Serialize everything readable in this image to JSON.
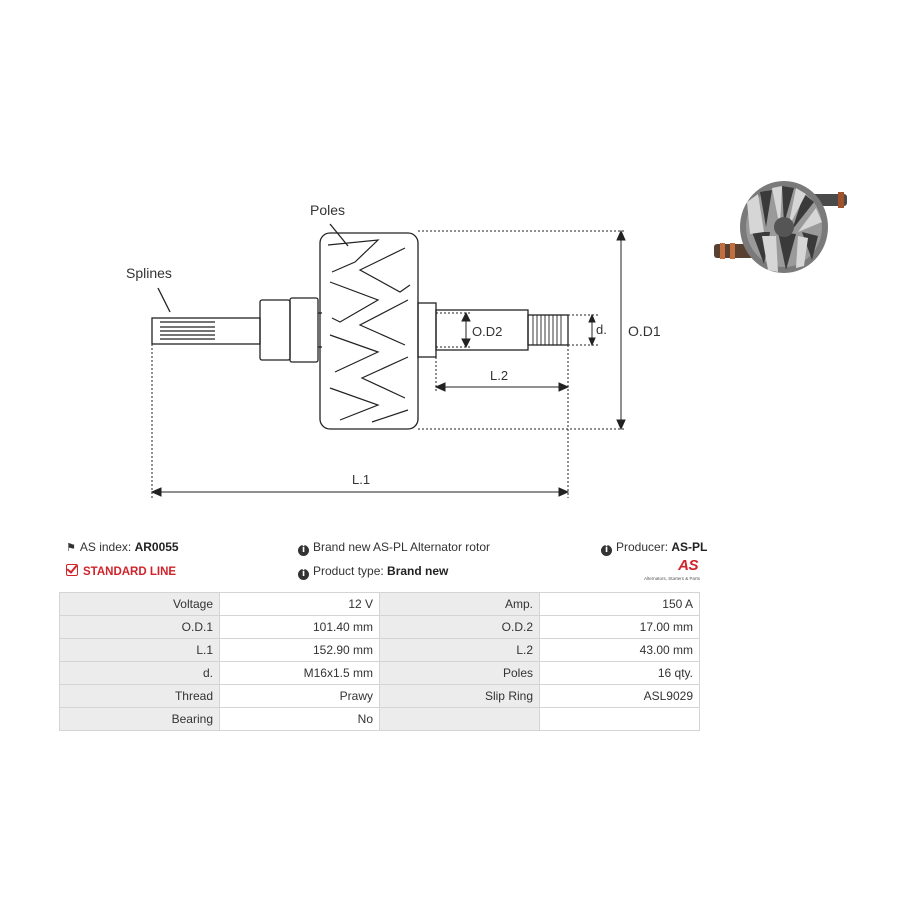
{
  "diagram": {
    "labels": {
      "poles": "Poles",
      "splines": "Splines",
      "od2": "O.D2",
      "od1": "O.D1",
      "d": "d.",
      "l2": "L.2",
      "l1": "L.1"
    }
  },
  "photo_icon": "alternator-rotor-photo",
  "info": {
    "as_index_label": "AS index: ",
    "as_index_value": "AR0055",
    "standard_line": "STANDARD LINE",
    "description": "Brand new AS-PL Alternator rotor",
    "product_type_label": "Product type: ",
    "product_type_value": "Brand new",
    "producer_label": "Producer: ",
    "producer_value": "AS-PL",
    "logo_mark": "AS",
    "logo_sub": "Alternators, Starters & Parts"
  },
  "colors": {
    "accent": "#d0232a",
    "label_cell": "#ececec",
    "border": "#d4d4d4"
  },
  "specs": [
    {
      "k1": "Voltage",
      "v1": "12 V",
      "k2": "Amp.",
      "v2": "150 A"
    },
    {
      "k1": "O.D.1",
      "v1": "101.40 mm",
      "k2": "O.D.2",
      "v2": "17.00 mm"
    },
    {
      "k1": "L.1",
      "v1": "152.90 mm",
      "k2": "L.2",
      "v2": "43.00 mm"
    },
    {
      "k1": "d.",
      "v1": "M16x1.5 mm",
      "k2": "Poles",
      "v2": "16 qty."
    },
    {
      "k1": "Thread",
      "v1": "Prawy",
      "k2": "Slip Ring",
      "v2": "ASL9029"
    },
    {
      "k1": "Bearing",
      "v1": "No",
      "k2": "",
      "v2": ""
    }
  ]
}
